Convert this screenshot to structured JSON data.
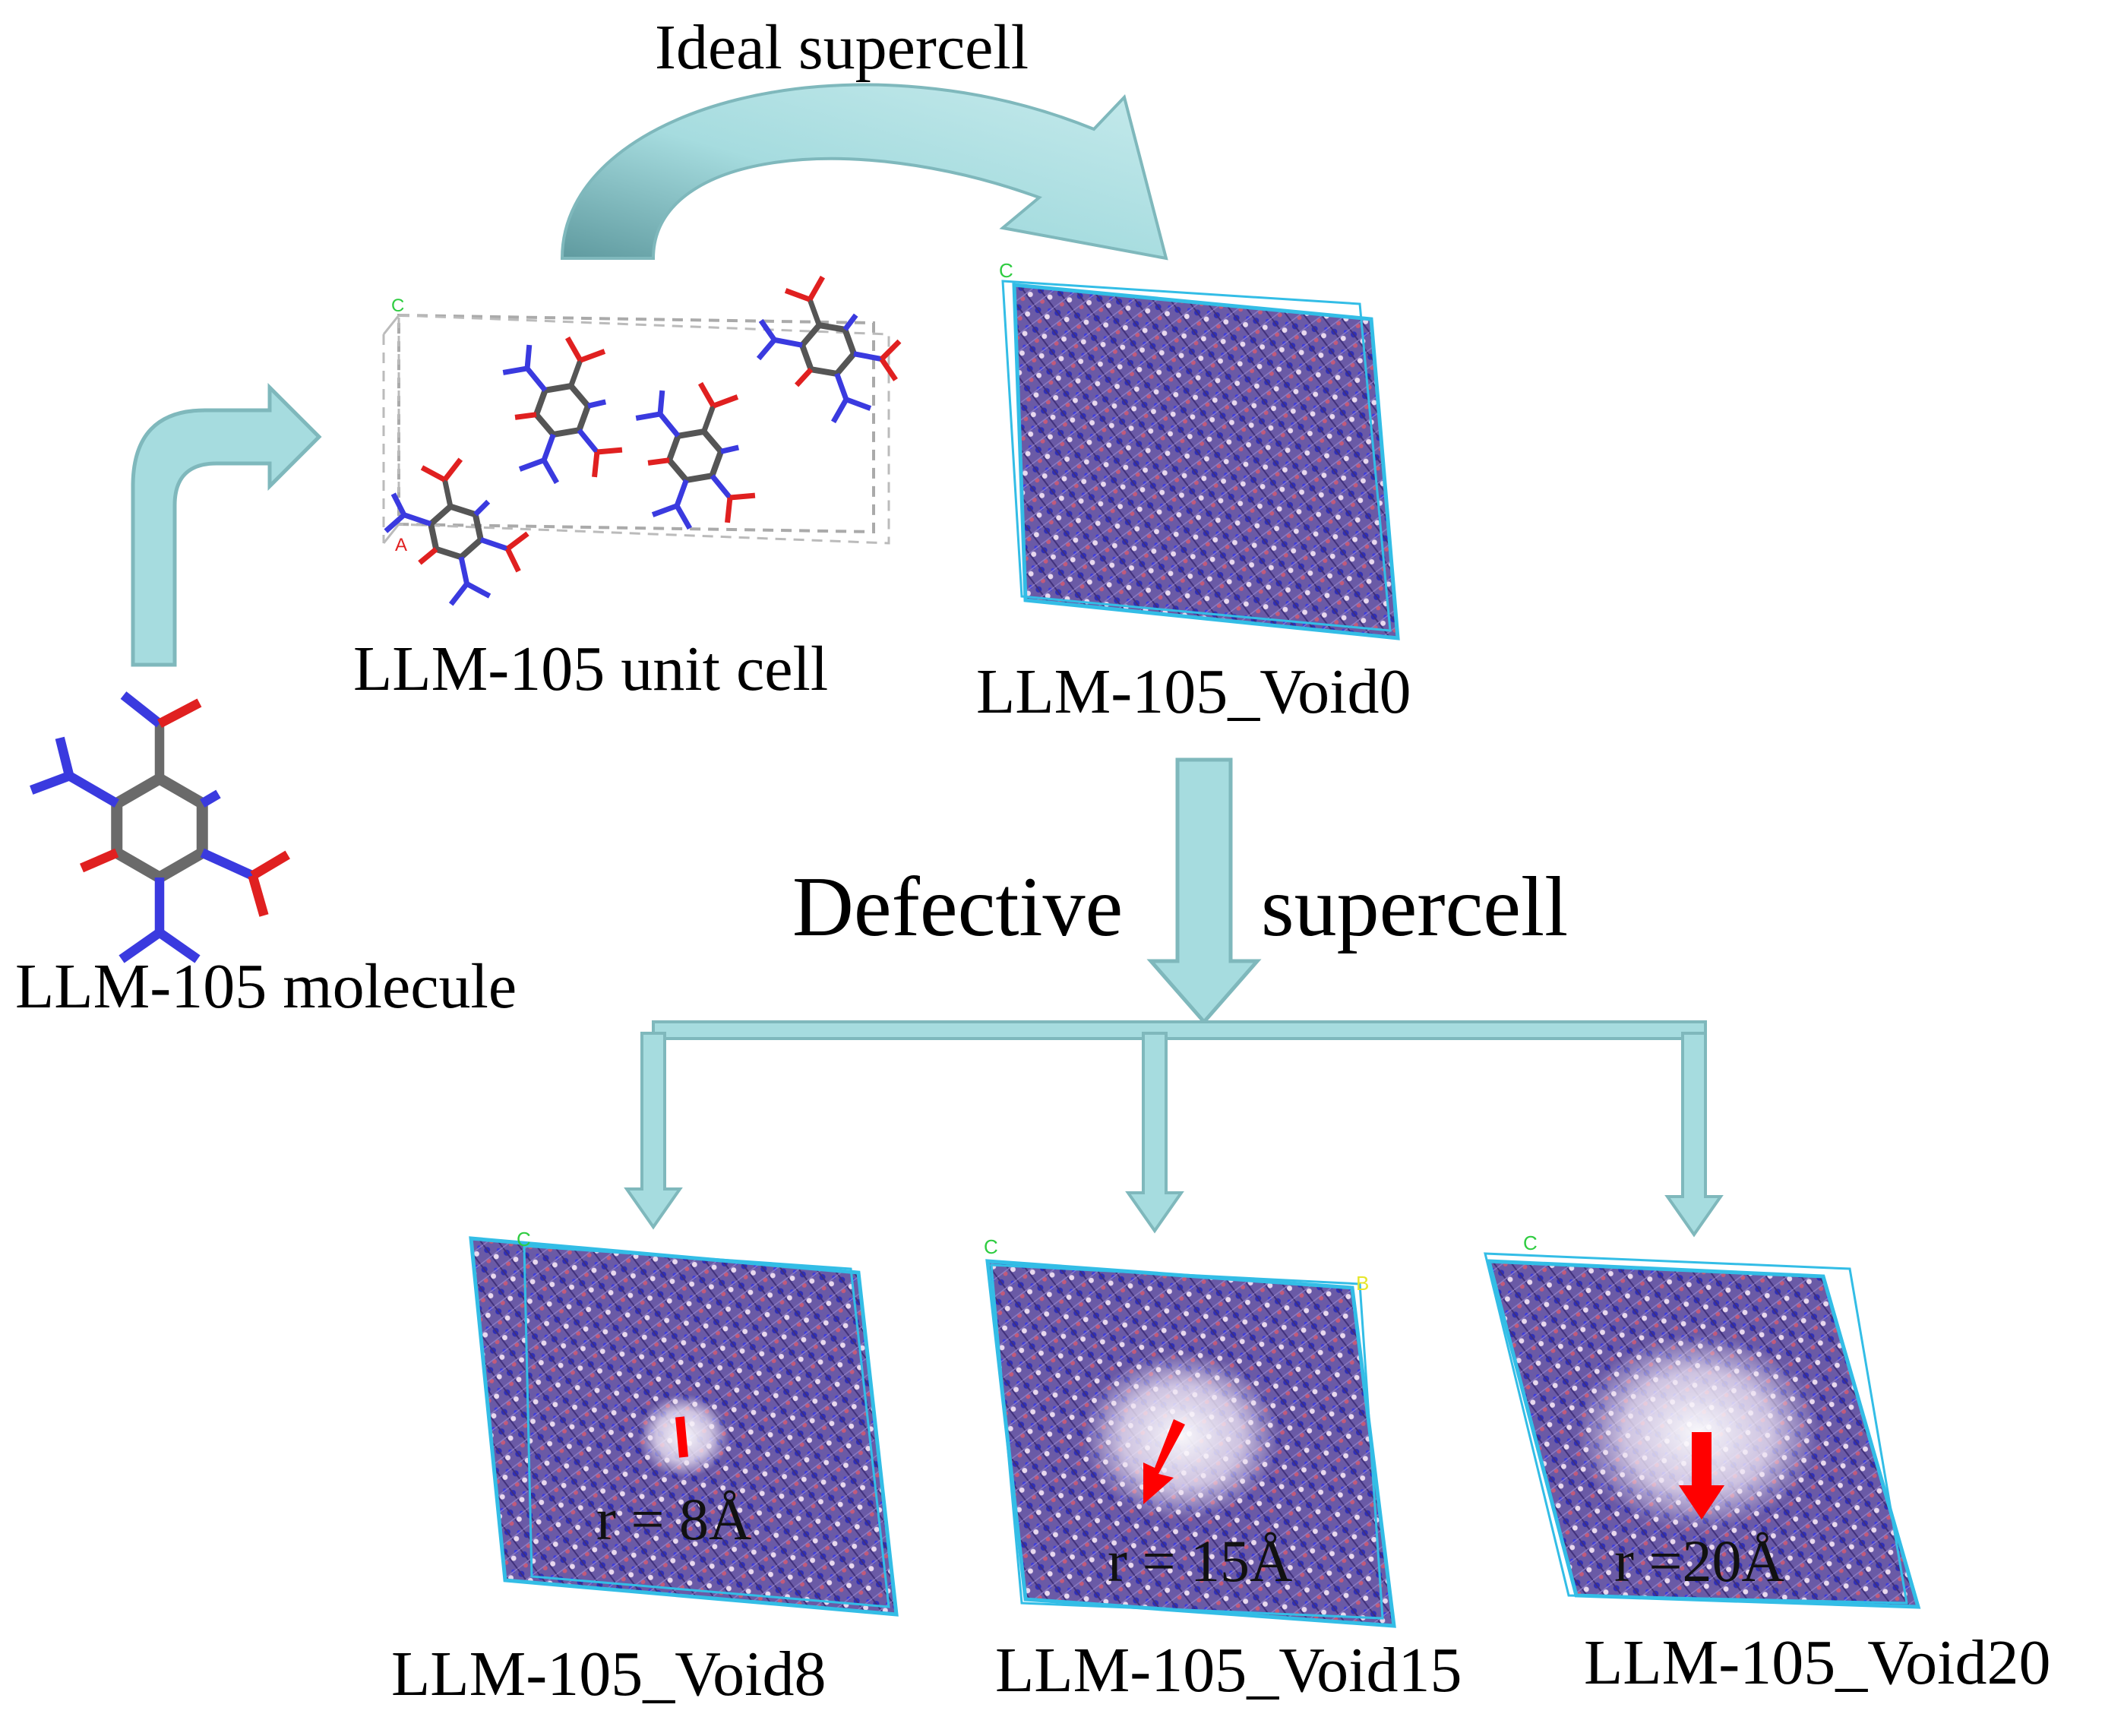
{
  "labels": {
    "ideal_supercell": "Ideal supercell",
    "unit_cell": "LLM-105 unit cell",
    "void0": "LLM-105_Void0",
    "molecule": "LLM-105 molecule",
    "defective": "Defective",
    "supercell": "supercell",
    "void8": "LLM-105_Void8",
    "void15": "LLM-105_Void15",
    "void20": "LLM-105_Void20"
  },
  "radii": {
    "void8": "r = 8Å",
    "void15": "r = 15Å",
    "void20": "r =20Å"
  },
  "axis_letters": {
    "c": "C",
    "a": "A",
    "b": "B"
  },
  "colors": {
    "arrow_fill": "#a6dcdf",
    "arrow_stroke": "#7fb8bc",
    "curved_arrow_dark": "#5f9a9f",
    "cell_border": "#33bde6",
    "crystal_fill": "#5b4d9a",
    "crystal_light": "#c9b8d8",
    "atom_n": "#3a3adf",
    "atom_o": "#e02020",
    "atom_c": "#6a6a6a",
    "void_arrow": "#ff0000"
  }
}
